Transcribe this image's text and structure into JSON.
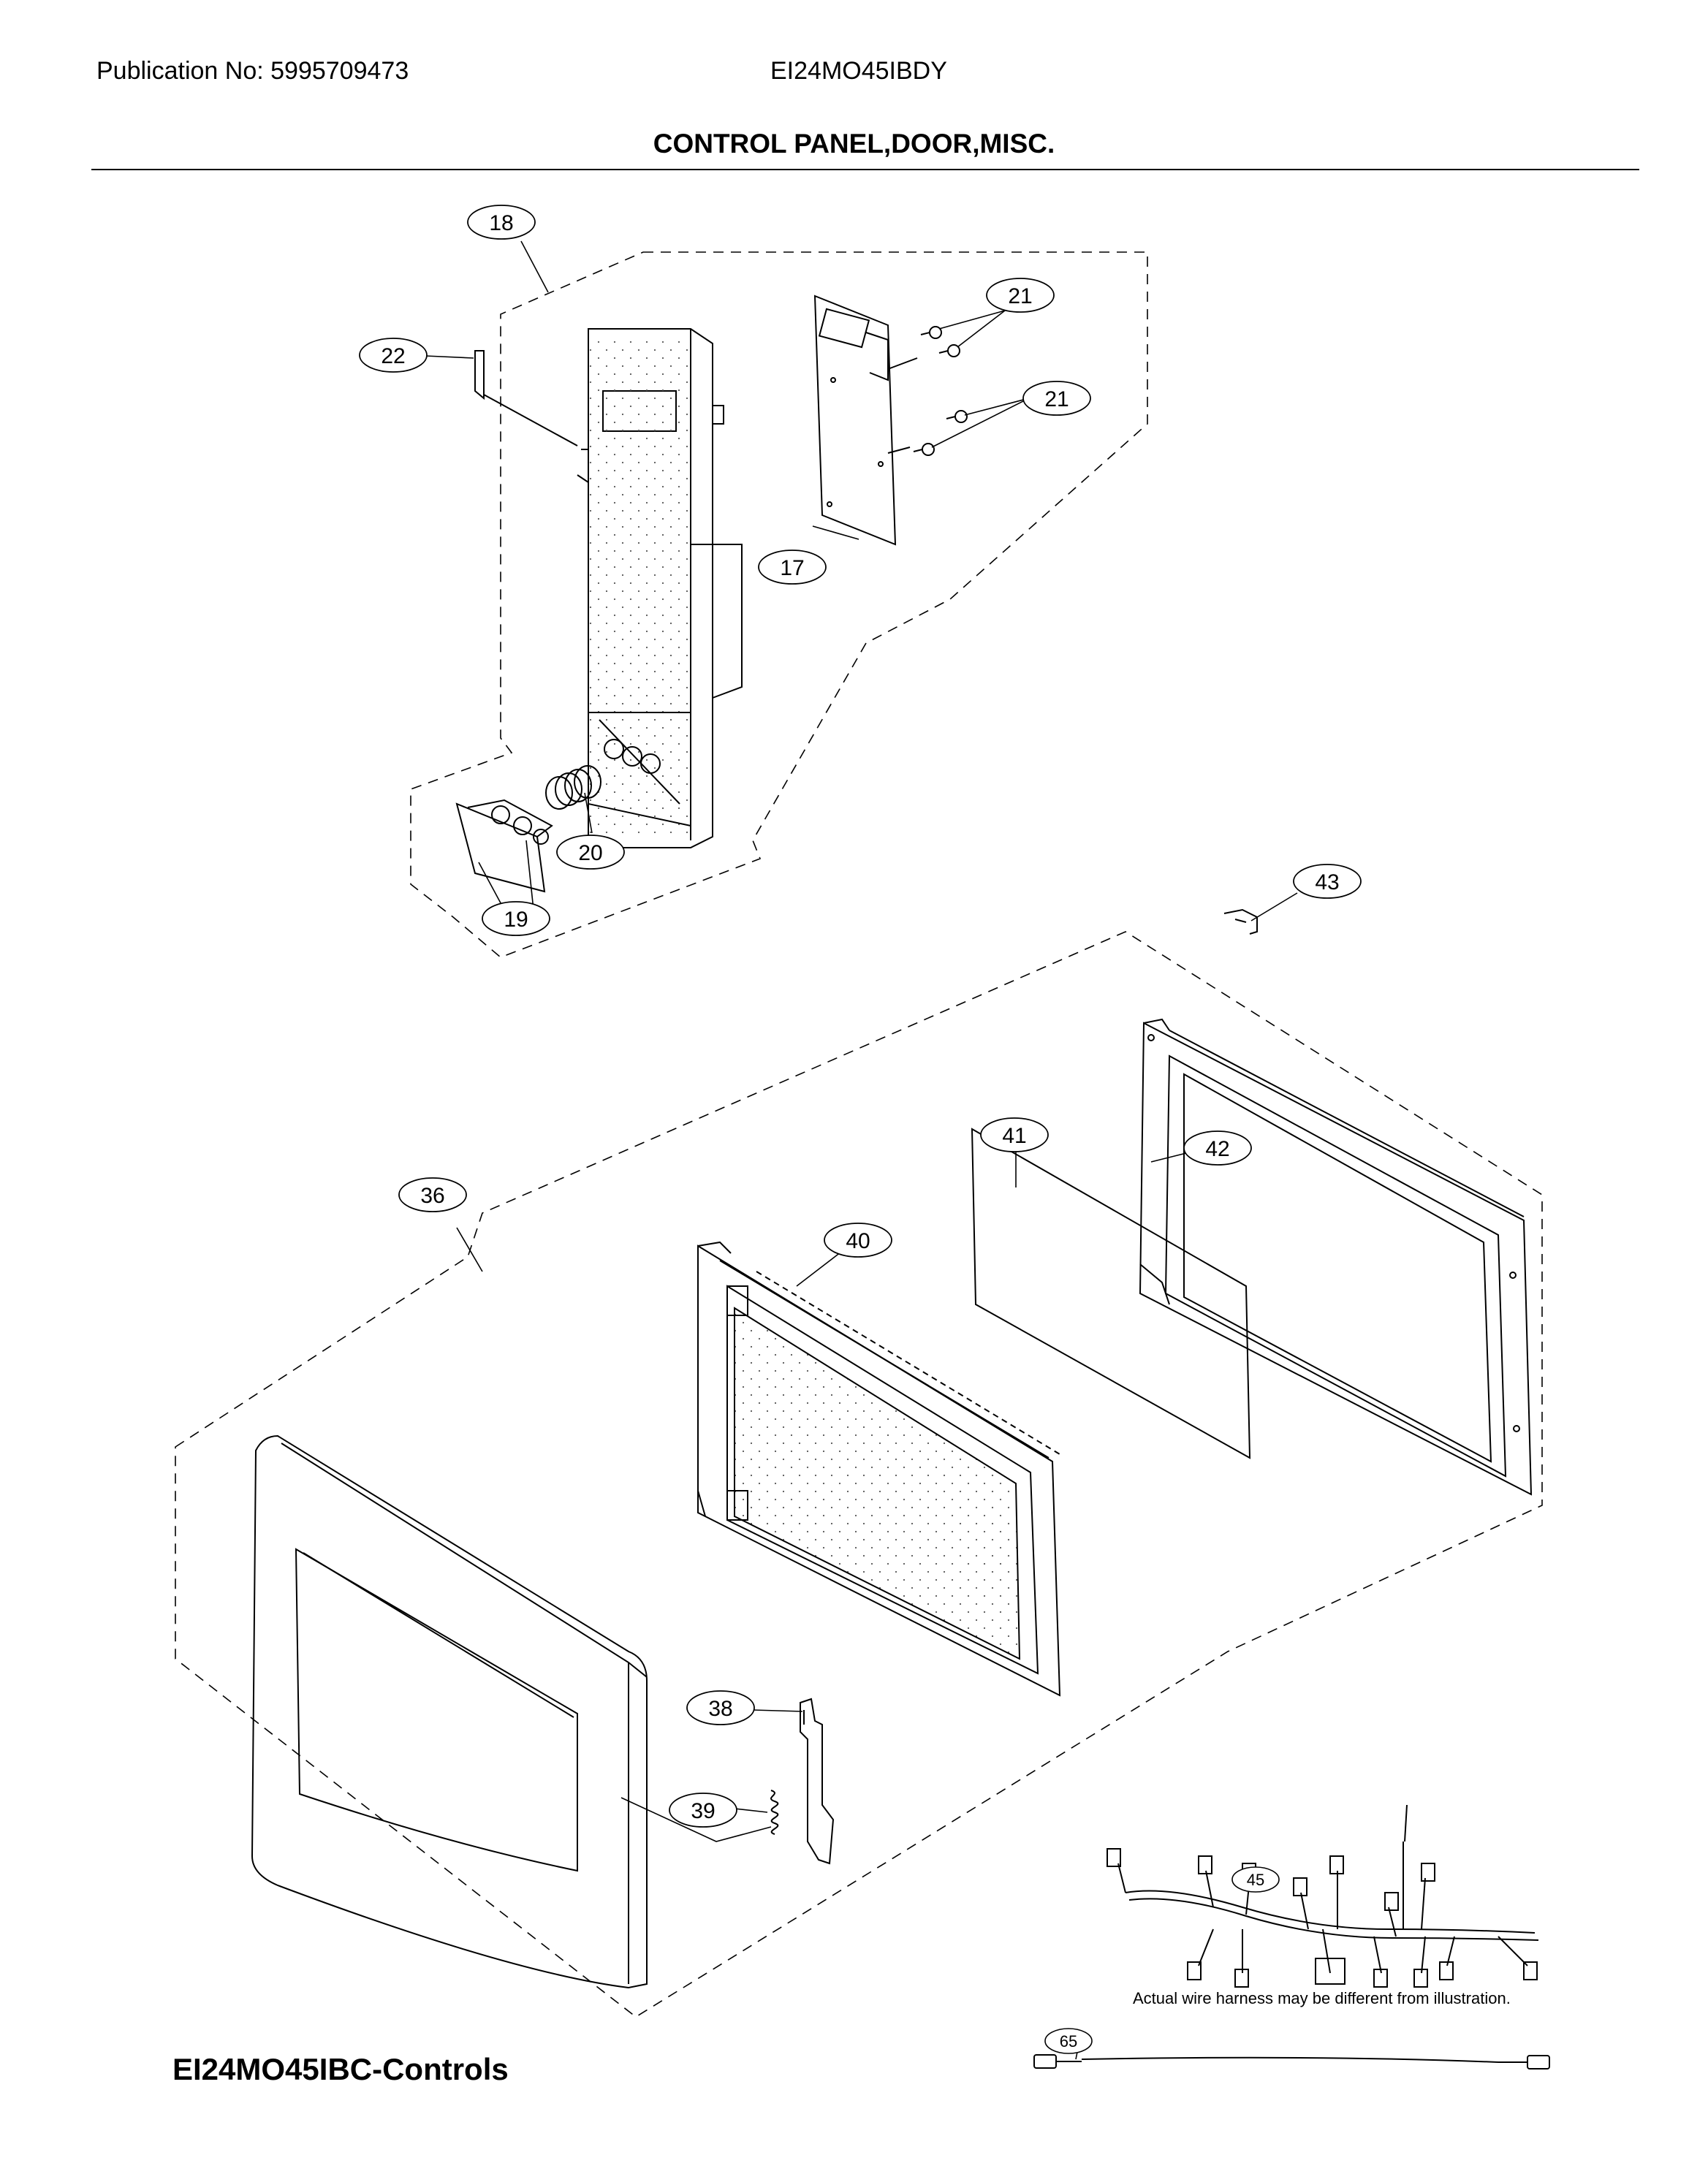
{
  "header": {
    "publication": "Publication No: 5995709473",
    "model": "EI24MO45IBDY"
  },
  "title": "CONTROL PANEL,DOOR,MISC.",
  "footer_label": "EI24MO45IBC-Controls",
  "note": "Actual wire harness may be different from illustration.",
  "callouts": {
    "c17": "17",
    "c18": "18",
    "c19": "19",
    "c20": "20",
    "c21a": "21",
    "c21b": "21",
    "c22": "22",
    "c36": "36",
    "c38": "38",
    "c39": "39",
    "c40": "40",
    "c41": "41",
    "c42": "42",
    "c43": "43",
    "c45": "45",
    "c65": "65"
  }
}
